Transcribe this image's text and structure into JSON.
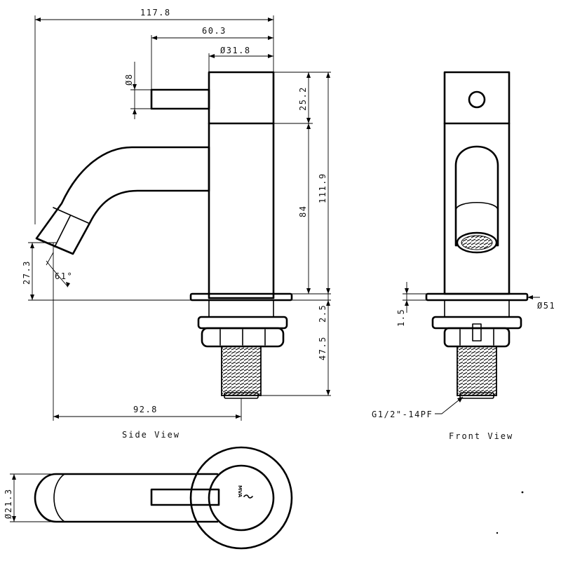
{
  "dimensions": {
    "overall_width": "117.8",
    "spout_reach": "60.3",
    "body_diameter": "Ø31.8",
    "handle_diameter": "Ø8",
    "handle_height": "25.2",
    "body_height": "84",
    "total_height": "111.9",
    "outlet_height": "27.3",
    "outlet_angle": "61°",
    "flange_thickness": "2.5",
    "shank_length": "47.5",
    "outlet_offset": "92.8",
    "front_flange_thickness": "1.5",
    "flange_diameter": "Ø51",
    "thread_spec": "G1/2\"-14PF",
    "top_spout_diameter": "Ø21.3"
  },
  "views": {
    "side": "Side View",
    "front": "Front View"
  },
  "brand_mark": "MVA"
}
